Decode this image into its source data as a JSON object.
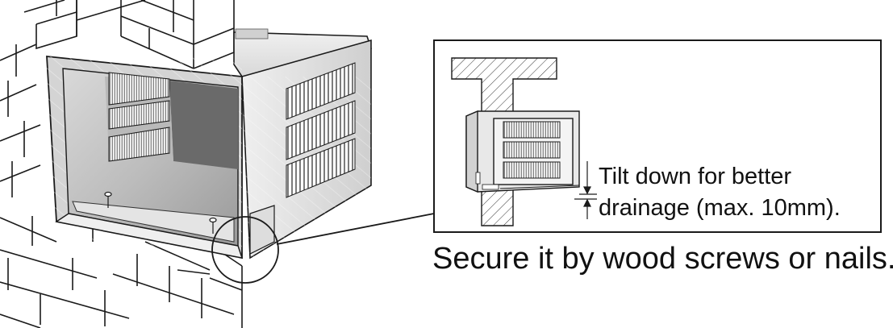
{
  "callout": {
    "tilt_line1": "Tilt down for better",
    "tilt_line2": "drainage (max. 10mm)."
  },
  "caption": "Secure it by wood screws or nails.",
  "colors": {
    "line": "#1a1a1a",
    "wall_fill": "#ffffff",
    "unit_light": "#e6e6e6",
    "unit_mid": "#c8c8c8",
    "unit_dark": "#8c8c8c",
    "interior_dark": "#5a5a5a"
  },
  "icons": {
    "screw": "screw-icon",
    "arrow_down": "arrow-down-icon",
    "arrow_up": "arrow-up-icon"
  }
}
